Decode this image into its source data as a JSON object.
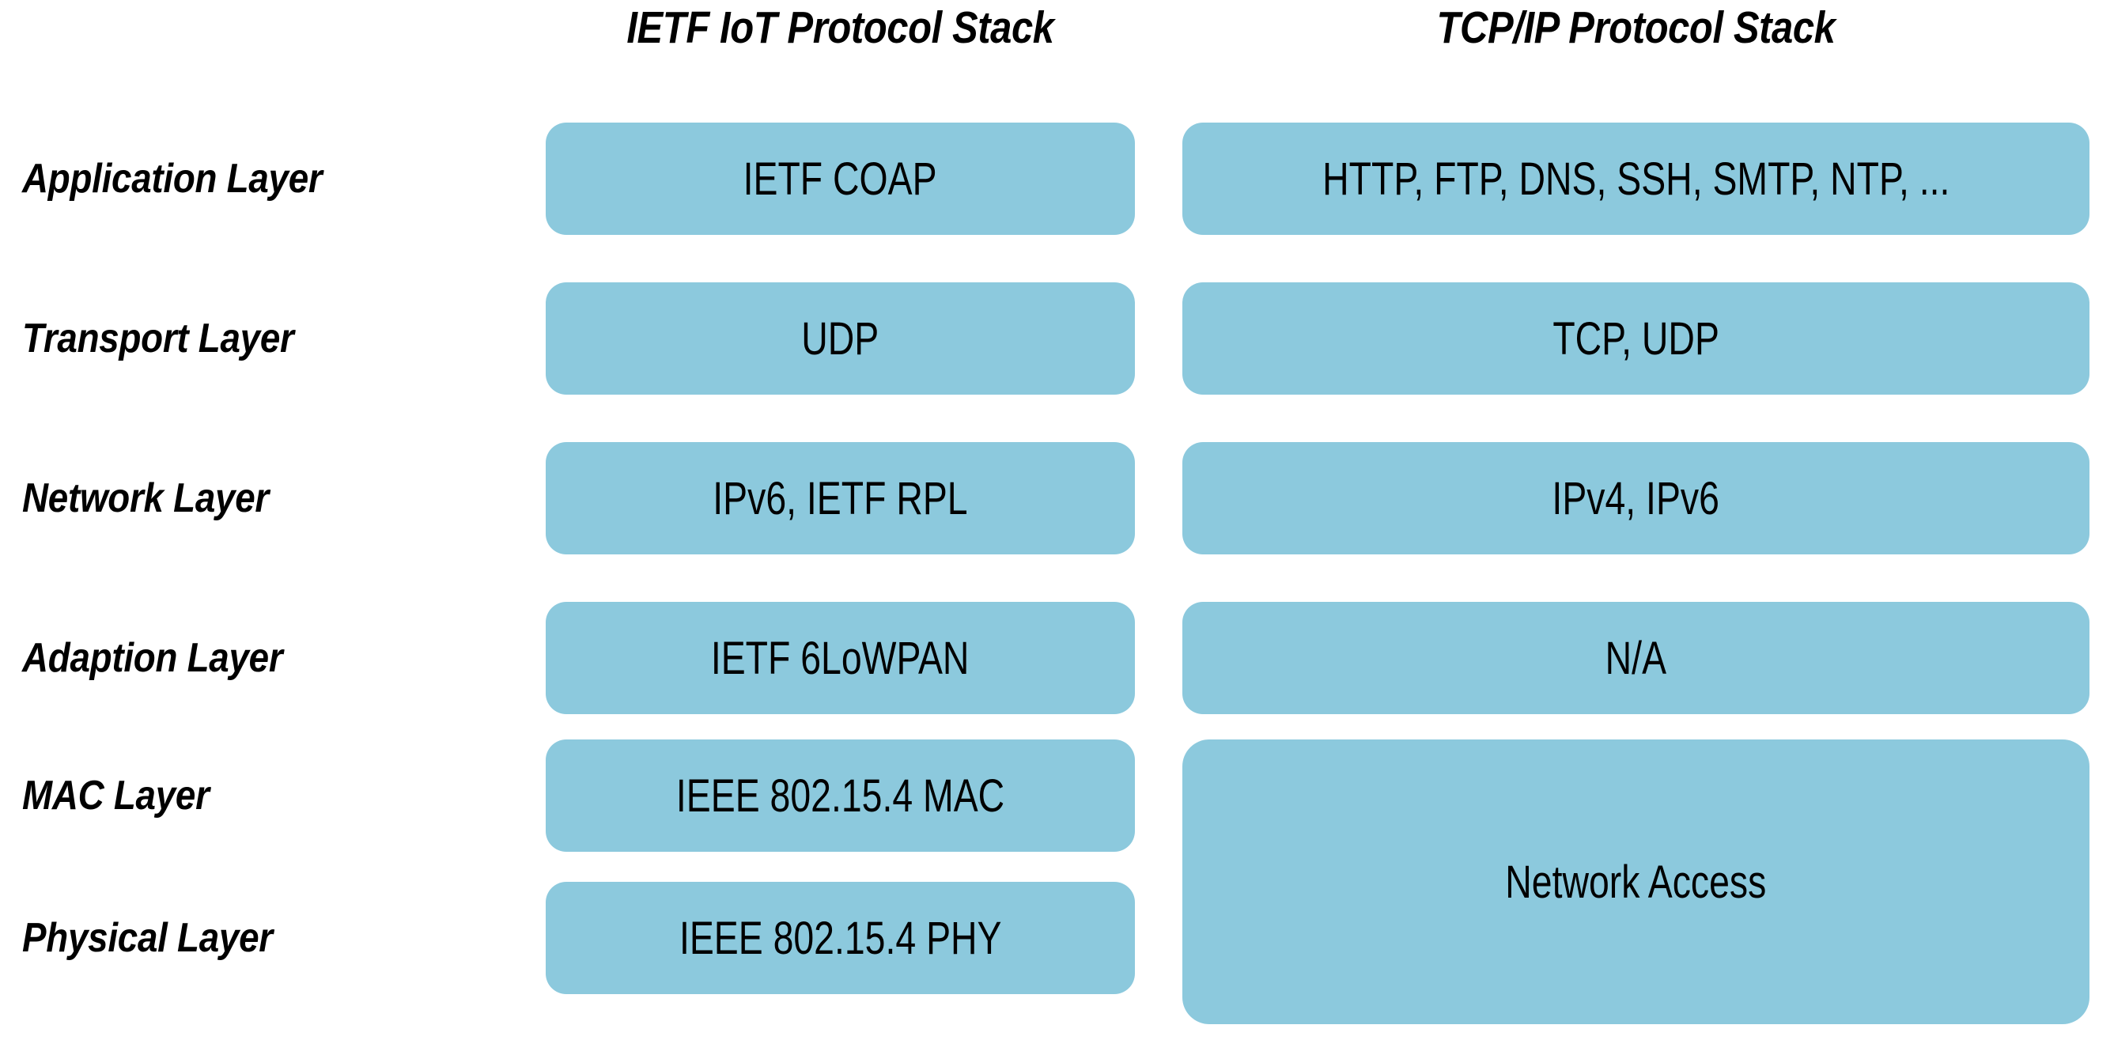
{
  "diagram": {
    "title_columns": {
      "ietf": "IETF IoT Protocol Stack",
      "tcpip": "TCP/IP Protocol Stack"
    },
    "accent_color": "#8cc9dd",
    "text_color": "#000000",
    "background_color": "#ffffff",
    "rows": [
      {
        "label": "Application Layer",
        "ietf": "IETF COAP",
        "tcpip": "HTTP, FTP, DNS, SSH, SMTP, NTP, ..."
      },
      {
        "label": "Transport Layer",
        "ietf": "UDP",
        "tcpip": "TCP, UDP"
      },
      {
        "label": "Network Layer",
        "ietf": "IPv6, IETF RPL",
        "tcpip": "IPv4, IPv6"
      },
      {
        "label": "Adaption Layer",
        "ietf": "IETF 6LoWPAN",
        "tcpip": "N/A"
      },
      {
        "label": "MAC Layer",
        "ietf": "IEEE 802.15.4 MAC",
        "tcpip": "Network Access"
      },
      {
        "label": "Physical Layer",
        "ietf": "IEEE 802.15.4 PHY",
        "tcpip": ""
      }
    ]
  }
}
